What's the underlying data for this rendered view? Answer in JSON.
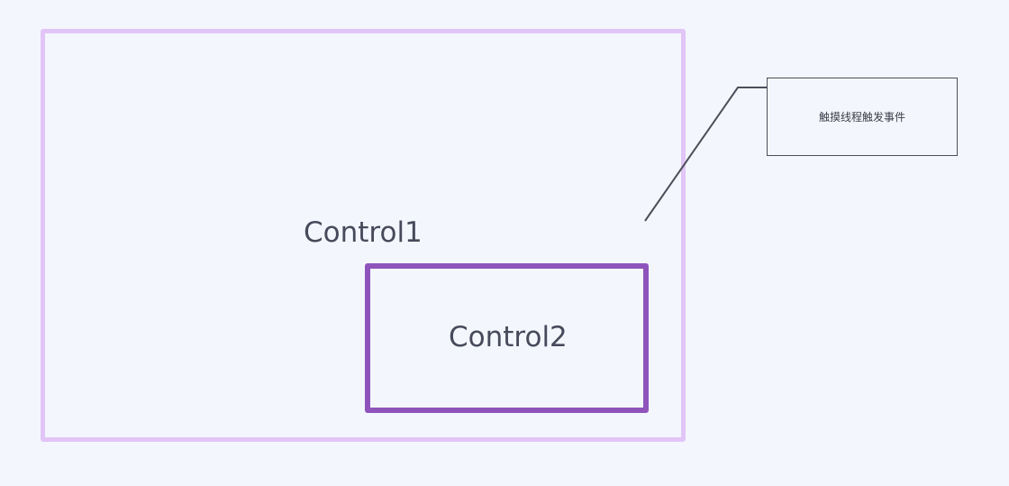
{
  "diagram": {
    "outer_box": {
      "label": "Control1",
      "border_color": "#e2c5f7"
    },
    "inner_box": {
      "label": "Control2",
      "border_color": "#8e54bb"
    },
    "callout": {
      "text": "触摸线程触发事件",
      "line_color": "#4c4f5a"
    },
    "background_color": "#f4f6fe"
  }
}
